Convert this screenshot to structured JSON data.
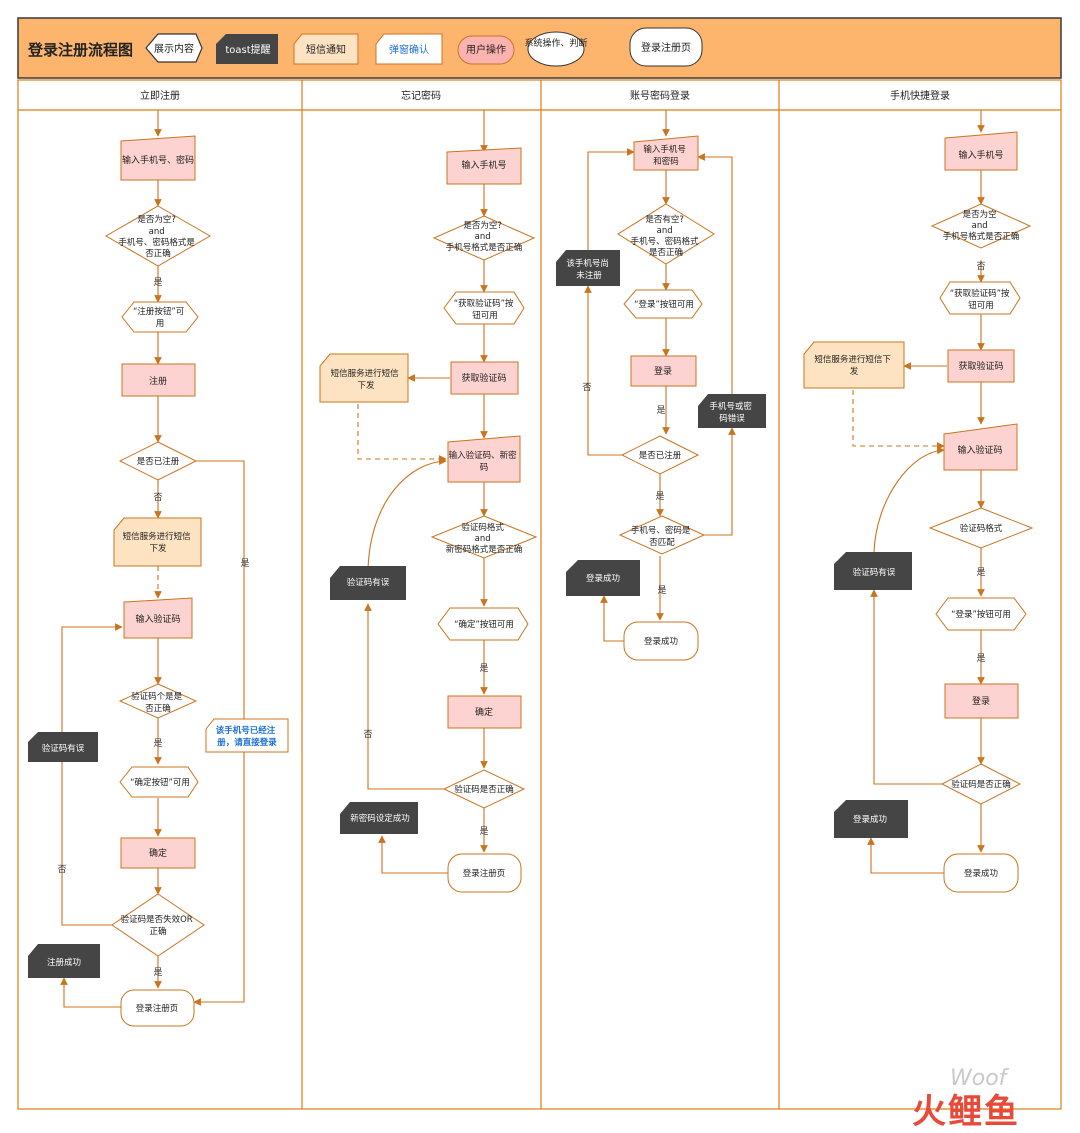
{
  "header": {
    "title": "登录注册流程图",
    "legend": [
      {
        "key": "display",
        "label": "展示内容"
      },
      {
        "key": "toast",
        "label": "toast提醒"
      },
      {
        "key": "sms",
        "label": "短信通知"
      },
      {
        "key": "popup",
        "label": "弹窗确认"
      },
      {
        "key": "user",
        "label": "用户操作"
      },
      {
        "key": "system",
        "label": "系统操作、判断"
      }
    ],
    "start_page": "登录注册页"
  },
  "lanes": [
    "立即注册",
    "忘记密码",
    "账号密码登录",
    "手机快捷登录"
  ],
  "colors": {
    "header_bg": "#fdb56e",
    "frame": "#e07c12",
    "line": "#c9741e",
    "action_fill": "#fcd3d1",
    "action_stroke": "#c9741e",
    "toast_fill": "#454545",
    "sms_fill": "#fde3c2",
    "popup_text": "#1b6fd3"
  },
  "register": {
    "input": "输入手机号、密码",
    "check": [
      "是否为空?",
      "and",
      "手机号、密码格式是",
      "否正确"
    ],
    "yes1": "是",
    "btn_avail": [
      "“注册按钮”可",
      "用"
    ],
    "register": "注册",
    "registered_q": "是否已注册",
    "no1": "否",
    "yes_right": "是",
    "sms": [
      "短信服务进行短信",
      "下发"
    ],
    "input_code": "输入验证码",
    "code_format": [
      "验证码个是是",
      "否正确"
    ],
    "yes2": "是",
    "code_error": "验证码有误",
    "confirm_avail": "“确定按钮”可用",
    "confirm": "确定",
    "no2": "否",
    "valid_q": [
      "验证码是否失效OR",
      "正确"
    ],
    "yes3": "是",
    "success": "注册成功",
    "login_page": "登录注册页",
    "popup": [
      "该手机号已经注",
      "册，请直接登录"
    ]
  },
  "forgot": {
    "input": "输入手机号",
    "check": [
      "是否为空?",
      "and",
      "手机号格式是否正确"
    ],
    "get_code_btn": [
      "“获取验证码”按",
      "钮可用"
    ],
    "sms": [
      "短信服务进行短信",
      "下发"
    ],
    "get_code": "获取验证码",
    "input_code": [
      "输入验证码、新密",
      "码"
    ],
    "format_check": [
      "验证码格式",
      "and",
      "新密码格式是否正确"
    ],
    "code_error": "验证码有误",
    "confirm_avail": "“确定”按钮可用",
    "yes1": "是",
    "confirm": "确定",
    "no": "否",
    "code_correct_q": "验证码是否正确",
    "yes2": "是",
    "reset_success": "新密码设定成功",
    "login_page": "登录注册页"
  },
  "account": {
    "input": [
      "输入手机号",
      "和密码"
    ],
    "check": [
      "是否有空?",
      "and",
      "手机号、密码格式",
      "是否正确"
    ],
    "not_registered": [
      "该手机号尚",
      "未注册"
    ],
    "login_btn": "“登录”按钮可用",
    "login": "登录",
    "no": "否",
    "yes1": "是",
    "wrong_pwd": [
      "手机号或密",
      "码错误"
    ],
    "registered_q": "是否已注册",
    "yes2": "是",
    "match_q": [
      "手机号、密码是",
      "否匹配"
    ],
    "yes3": "是",
    "success_toast": "登录成功",
    "success": "登录成功"
  },
  "quick": {
    "input": "输入手机号",
    "check": [
      "是否为空",
      "and",
      "手机号格式是否正确"
    ],
    "no1": "否",
    "get_code_btn": [
      "“获取验证码”按",
      "钮可用"
    ],
    "sms": [
      "短信服务进行短信下",
      "发"
    ],
    "get_code": "获取验证码",
    "input_code": "输入验证码",
    "code_format": "验证码格式",
    "yes1": "是",
    "code_error": "验证码有误",
    "login_btn": "“登录”按钮可用",
    "yes2": "是",
    "login": "登录",
    "code_correct_q": "验证码是否正确",
    "success_toast": "登录成功",
    "success": "登录成功"
  },
  "watermark": {
    "left": "Woof",
    "right": "火鲤鱼"
  }
}
